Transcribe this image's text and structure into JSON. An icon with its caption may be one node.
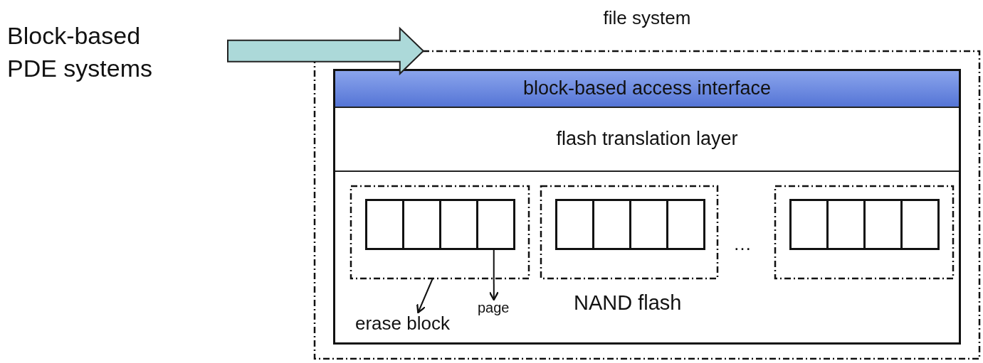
{
  "diagram": {
    "nodes": [
      {
        "text": [
          "Block-based PDE systems"
        ]
      },
      {
        "text": [
          "file system"
        ]
      },
      {
        "text": [],
        "shape": "box",
        "in": 1
      },
      {
        "text": [
          "block-based access interface"
        ],
        "in": 2
      },
      {
        "text": [
          "flash translation layer"
        ],
        "in": 2
      },
      {
        "text": [
          "NAND flash"
        ],
        "in": 2
      },
      {
        "text": [],
        "shape": "box",
        "in": 5
      },
      {
        "text": [],
        "shape": "box",
        "in": 6
      },
      {
        "text": [],
        "shape": "box",
        "in": 6
      },
      {
        "text": [],
        "shape": "box",
        "in": 6
      },
      {
        "text": [],
        "shape": "box",
        "in": 6
      },
      {
        "text": [],
        "shape": "box",
        "in": 5
      },
      {
        "text": [],
        "shape": "box",
        "in": 11
      },
      {
        "text": [],
        "shape": "box",
        "in": 11
      },
      {
        "text": [],
        "shape": "box",
        "in": 11
      },
      {
        "text": [],
        "shape": "box",
        "in": 11
      },
      {
        "text": [],
        "shape": "box",
        "in": 5
      },
      {
        "text": [],
        "shape": "box",
        "in": 16
      },
      {
        "text": [],
        "shape": "box",
        "in": 16
      },
      {
        "text": [],
        "shape": "box",
        "in": 16
      },
      {
        "text": [],
        "shape": "box",
        "in": 16
      },
      {
        "text": [
          "erase block"
        ],
        "in": 5
      },
      {
        "text": [
          "page"
        ],
        "in": 5
      }
    ],
    "edges": [
      {
        "from": 0,
        "to": 1,
        "arrow": "to",
        "style": "thick",
        "color": "#acd9d9"
      },
      {
        "from": 6,
        "to": 21,
        "arrow": "to"
      },
      {
        "from": 10,
        "to": 22,
        "arrow": "to"
      }
    ],
    "labels": [
      "…"
    ]
  }
}
